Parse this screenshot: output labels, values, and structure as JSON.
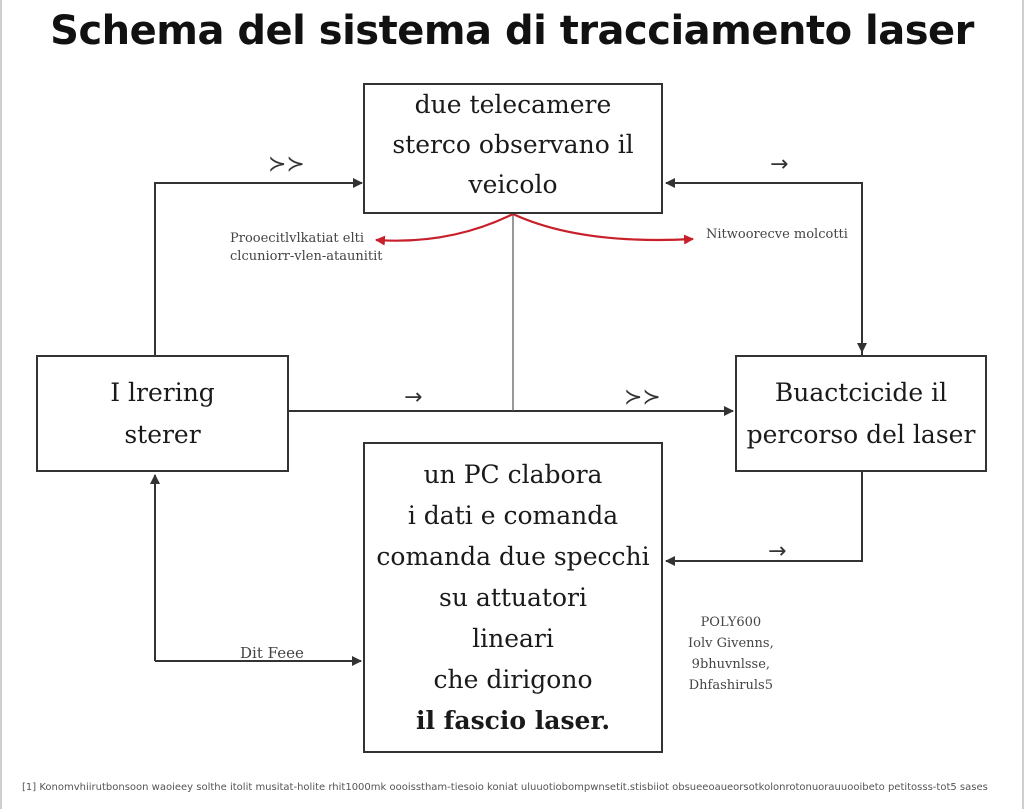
{
  "title": "Schema del sistema di tracciamento laser",
  "boxes": {
    "top": {
      "lines": [
        "due telecamere",
        "sterco observano  il",
        "veicolo"
      ]
    },
    "left": {
      "lines": [
        "I lrering",
        "sterer"
      ]
    },
    "right": {
      "lines": [
        "Buactcicide il",
        "percorso del laser"
      ]
    },
    "center": {
      "lines": [
        "un PC clabora",
        "i dati e comanda",
        "comanda due specchi",
        "su attuatori",
        "lineari",
        "che dirigono"
      ],
      "final_line": "il fascio laser."
    }
  },
  "notes": {
    "left": [
      "Prooecitlvlkatiat elti",
      "clcuniorr-vlen-ataunitit"
    ],
    "right": "Nitwoorecve molcotti",
    "loop_label": "Dit Feee",
    "bottom": [
      "POLY600",
      "Iolv Givenns,",
      "9bhuvnlsse,",
      "Dhfashiruls5"
    ]
  },
  "arrow_marks": [
    "≻≻",
    "→",
    "→",
    "≻≻",
    "→"
  ],
  "footer": "[1] Konomvhiirutbonsoon waoieey solthe itolit musitat-holite rhit1000mk oooisstham-tiesoio koniat uluuotiobompwnsetit.stisbiiot obsueeoaueorsotkolonrotonuorauuooibeto petitosss-tot5 sases",
  "colors": {
    "line": "#333333",
    "accent_red": "#c8202a"
  }
}
